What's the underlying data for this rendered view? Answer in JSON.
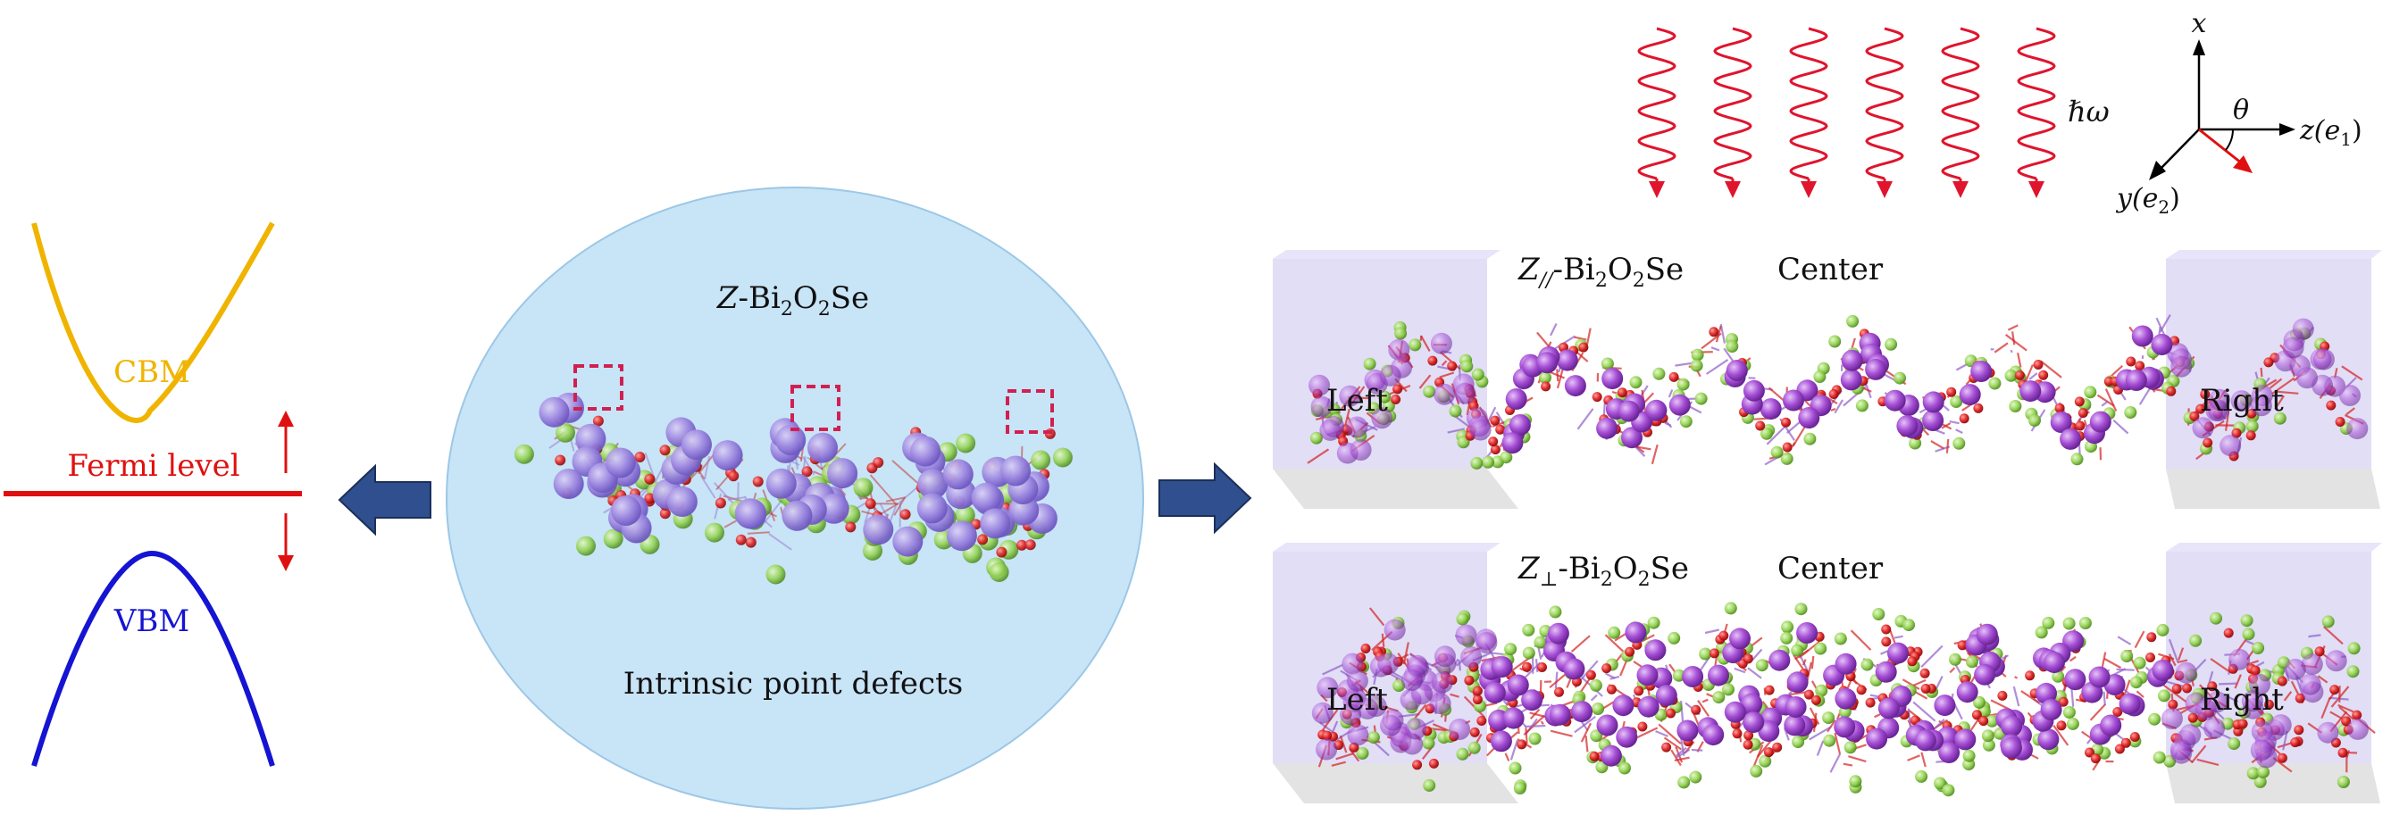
{
  "band_diagram": {
    "cbm_label": "CBM",
    "fermi_label": "Fermi level",
    "vbm_label": "VBM",
    "colors": {
      "cbm": "#f0b400",
      "vbm": "#1414d2",
      "fermi": "#e01010",
      "arrow": "#e01010"
    }
  },
  "center_ellipse": {
    "title_italic": "Z",
    "title_rest": "-Bi",
    "title_sub1": "2",
    "title_mid": "O",
    "title_sub2": "2",
    "title_end": "Se",
    "caption": "Intrinsic point defects",
    "fill_color": "#c8e4f7"
  },
  "block_arrows": {
    "color": "#2f4f8f"
  },
  "light": {
    "hbar_omega": "ℏω",
    "wave_count": 6,
    "color": "#e0142c"
  },
  "axes": {
    "x_label": "x",
    "theta_label": "θ",
    "z_label": "z(e",
    "z_sub": "1",
    "z_close": ")",
    "y_label": "y(e",
    "y_sub": "2",
    "y_close": ")"
  },
  "device_top": {
    "title_italic": "Z",
    "title_sub_italic": "//",
    "title_rest": "-Bi",
    "title_sub1": "2",
    "title_mid": "O",
    "title_sub2": "2",
    "title_end": "Se",
    "center_label": "Center",
    "left_label": "Left",
    "right_label": "Right"
  },
  "device_bottom": {
    "title_italic": "Z",
    "title_sub_italic": "⊥",
    "title_rest": "-Bi",
    "title_sub1": "2",
    "title_mid": "O",
    "title_sub2": "2",
    "title_end": "Se",
    "center_label": "Center",
    "left_label": "Left",
    "right_label": "Right"
  },
  "atom_colors": {
    "bi": "#a64fd6",
    "o": "#e02020",
    "se": "#8fd14a"
  }
}
